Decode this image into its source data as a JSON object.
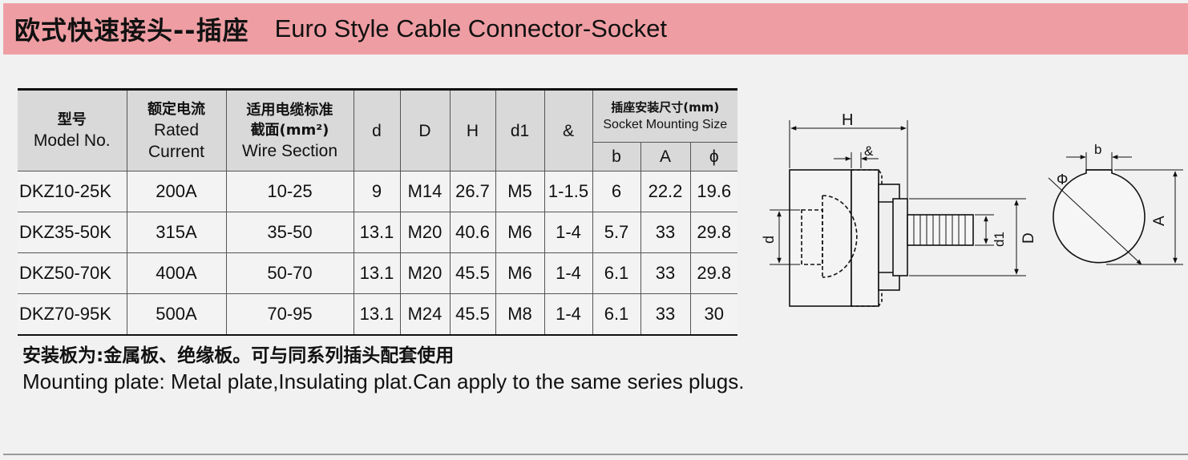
{
  "header": {
    "title_cn": "欧式快速接头--插座",
    "title_en": "Euro Style Cable Connector-Socket"
  },
  "table": {
    "headers": {
      "model_cn": "型号",
      "model_en": "Model No.",
      "current_cn": "额定电流",
      "current_en1": "Rated",
      "current_en2": "Current",
      "section_cn1": "适用电缆标准",
      "section_cn2": "截面(mm²)",
      "section_en": "Wire Section",
      "d": "d",
      "D": "D",
      "H": "H",
      "d1": "d1",
      "amp": "&",
      "mount_cn": "插座安装尺寸(mm)",
      "mount_en": "Socket Mounting Size",
      "b": "b",
      "A": "A",
      "phi": "ϕ"
    },
    "rows": [
      {
        "model": "DKZ10-25K",
        "current": "200A",
        "section": "10-25",
        "d": "9",
        "D": "M14",
        "H": "26.7",
        "d1": "M5",
        "amp": "1-1.5",
        "b": "6",
        "A": "22.2",
        "phi": "19.6"
      },
      {
        "model": "DKZ35-50K",
        "current": "315A",
        "section": "35-50",
        "d": "13.1",
        "D": "M20",
        "H": "40.6",
        "d1": "M6",
        "amp": "1-4",
        "b": "5.7",
        "A": "33",
        "phi": "29.8"
      },
      {
        "model": "DKZ50-70K",
        "current": "400A",
        "section": "50-70",
        "d": "13.1",
        "D": "M20",
        "H": "45.5",
        "d1": "M6",
        "amp": "1-4",
        "b": "6.1",
        "A": "33",
        "phi": "29.8"
      },
      {
        "model": "DKZ70-95K",
        "current": "500A",
        "section": "70-95",
        "d": "13.1",
        "D": "M24",
        "H": "45.5",
        "d1": "M8",
        "amp": "1-4",
        "b": "6.1",
        "A": "33",
        "phi": "30"
      }
    ]
  },
  "notes": {
    "cn": "安装板为:金属板、绝缘板。可与同系列插头配套使用",
    "en": "Mounting plate: Metal plate,Insulating plat.Can apply to the same series plugs."
  },
  "drawing": {
    "labels": {
      "H": "H",
      "amp": "&",
      "d": "d",
      "d1": "d1",
      "D": "D",
      "b": "b",
      "phi": "Φ",
      "A": "A"
    }
  }
}
